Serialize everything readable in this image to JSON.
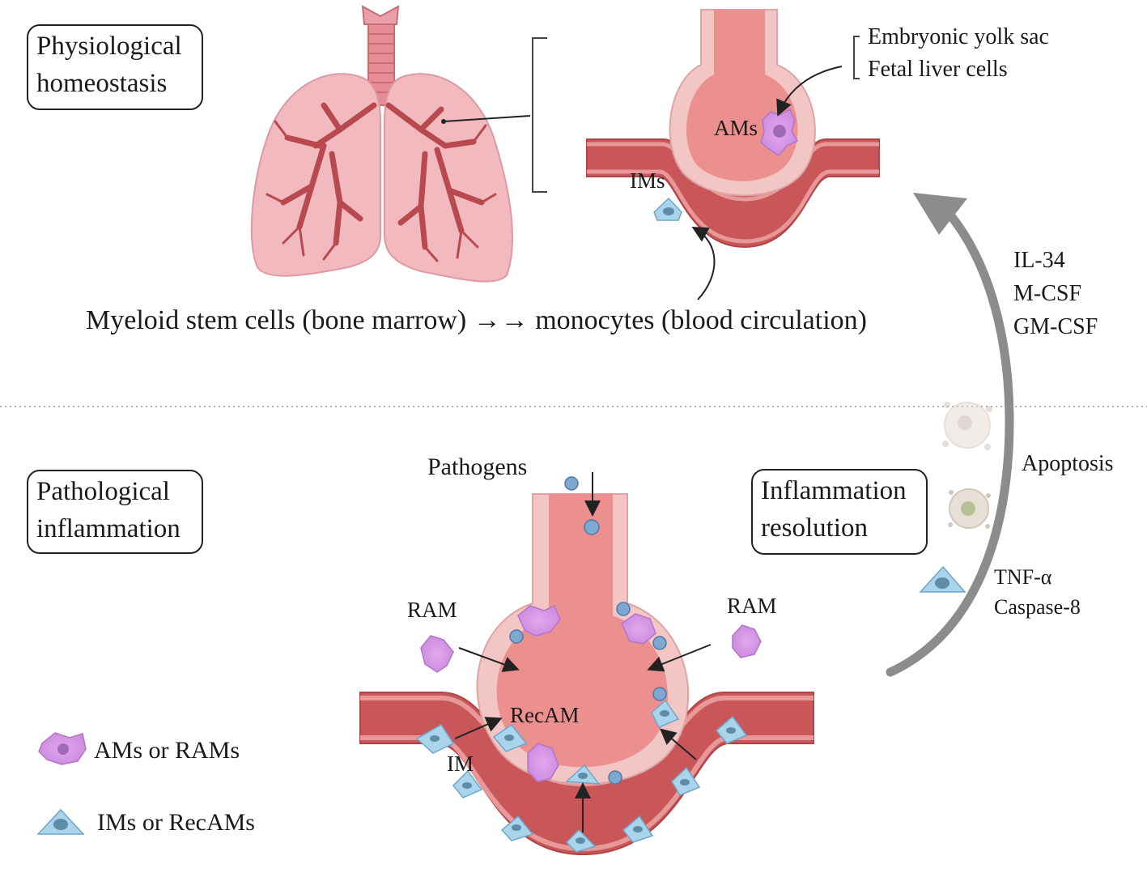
{
  "sections": {
    "top_box": [
      "Physiological",
      "homeostasis"
    ],
    "bottom_left_box": [
      "Pathological",
      "inflammation"
    ],
    "bottom_right_box": [
      "Inflammation",
      "resolution"
    ]
  },
  "top": {
    "origin_lines": [
      "Embryonic yolk sac",
      "Fetal liver cells"
    ],
    "ams_label": "AMs",
    "ims_label": "IMs",
    "pathway": "Myeloid stem cells (bone marrow) →→ monocytes (blood circulation)"
  },
  "cytokines": [
    "IL-34",
    "M-CSF",
    "GM-CSF"
  ],
  "bottom": {
    "pathogens": "Pathogens",
    "ram_left": "RAM",
    "ram_right": "RAM",
    "recam": "RecAM",
    "im": "IM",
    "apoptosis": "Apoptosis",
    "death_signals": [
      "TNF-α",
      "Caspase-8"
    ]
  },
  "legend": [
    {
      "label": "AMs or RAMs",
      "icon": "macrophage-purple-icon"
    },
    {
      "label": "IMs or RecAMs",
      "icon": "macrophage-blue-icon"
    }
  ],
  "colors": {
    "lung": "#f2b9bf",
    "bronchi": "#b7494f",
    "vessel": "#c9575a",
    "vessel_wall": "#f3c6c6",
    "alveolus": "#ec8f8f",
    "am_purple": "#d69be6",
    "im_blue": "#a9d4ec",
    "arrow_grey": "#8c8c8c"
  }
}
